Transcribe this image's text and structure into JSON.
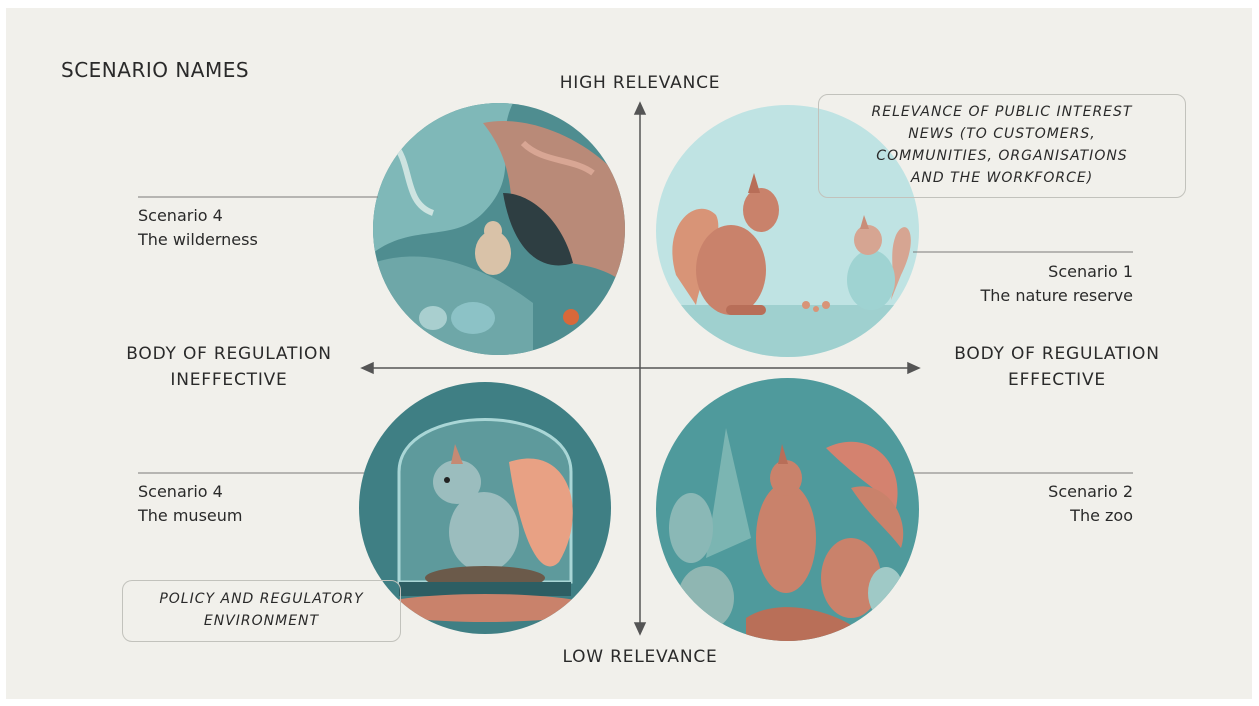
{
  "title": "SCENARIO NAMES",
  "axes": {
    "top": "HIGH RELEVANCE",
    "bottom": "LOW RELEVANCE",
    "left": [
      "BODY OF REGULATION",
      "INEFFECTIVE"
    ],
    "right": [
      "BODY OF REGULATION",
      "EFFECTIVE"
    ]
  },
  "callouts": {
    "vertical_axis": [
      "RELEVANCE OF PUBLIC INTEREST",
      "NEWS (TO CUSTOMERS,",
      "COMMUNITIES, ORGANISATIONS",
      "AND THE WORKFORCE)"
    ],
    "horizontal_axis": [
      "POLICY AND REGULATORY",
      "ENVIRONMENT"
    ]
  },
  "scenarios": {
    "top_left": {
      "number": "Scenario 4",
      "name": "The wilderness"
    },
    "top_right": {
      "number": "Scenario 1",
      "name": "The nature reserve"
    },
    "bottom_left": {
      "number": "Scenario 4",
      "name": "The museum"
    },
    "bottom_right": {
      "number": "Scenario 2",
      "name": "The zoo"
    }
  },
  "colors": {
    "background": "#f1f0eb",
    "teal": "#5e9a9c",
    "light_teal": "#bfe3e3",
    "terracotta": "#c9826b",
    "axis": "#555555"
  }
}
